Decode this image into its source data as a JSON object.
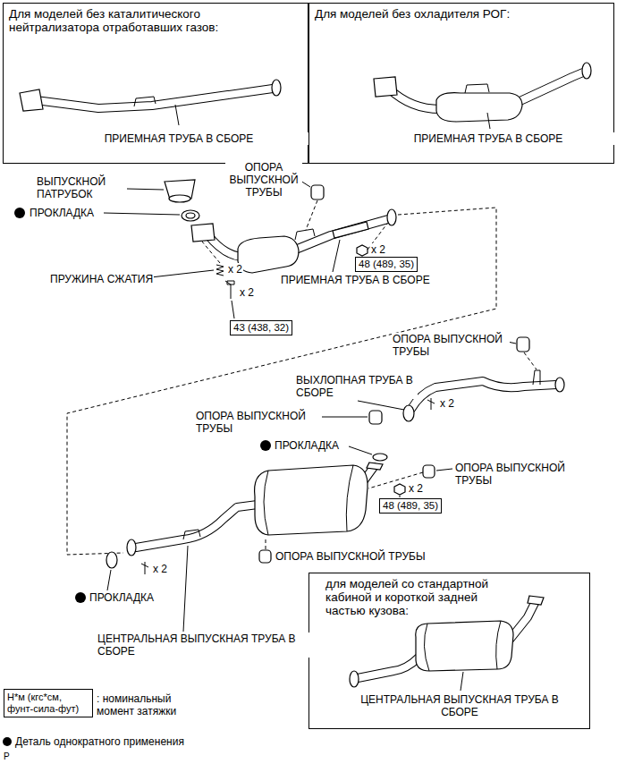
{
  "diagram": {
    "nodes": [
      {
        "text": [
          "Для моделей без каталитического нейтрализатора отработавших газов:",
          "ПРИЕМНАЯ ТРУБА В СБОРЕ"
        ]
      },
      {
        "text": [
          "Для моделей без охладителя РОГ:",
          "ПРИЕМНАЯ ТРУБА В СБОРЕ"
        ]
      },
      {
        "text": [
          "48 (489, 35)"
        ]
      },
      {
        "text": [
          "43 (438, 32)"
        ]
      },
      {
        "text": [
          "48 (489, 35)"
        ]
      },
      {
        "text": [
          "для моделей со стандартной кабиной и короткой задней частью кузова:",
          "ЦЕНТРАЛЬНАЯ ВЫПУСКНАЯ ТРУБА В СБОРЕ"
        ]
      },
      {
        "text": [
          "Н*м (кгс*см, фунт-сила-фут)"
        ]
      }
    ],
    "labels": [
      "ВЫПУСКНОЙ ПАТРУБОК",
      "ПРОКЛАДКА",
      "ОПОРА ВЫПУСКНОЙ ТРУБЫ",
      "x 2",
      "ПРУЖИНА СЖАТИЯ",
      "x 2",
      "x 2",
      "ПРИЕМНАЯ ТРУБА В СБОРЕ",
      "ОПОРА ВЫПУСКНОЙ ТРУБЫ",
      "ВЫХЛОПНАЯ ТРУБА В СБОРЕ",
      "x 2",
      "ОПОРА ВЫПУСКНОЙ ТРУБЫ",
      "ПРОКЛАДКА",
      "ОПОРА ВЫПУСКНОЙ ТРУБЫ",
      "x 2",
      "ОПОРА ВЫПУСКНОЙ ТРУБЫ",
      "ПРОКЛАДКА",
      "x 2",
      "ЦЕНТРАЛЬНАЯ ВЫПУСКНАЯ ТРУБА В СБОРЕ",
      "P"
    ],
    "legend": [
      {
        "text": ": номинальный момент затяжки"
      },
      {
        "text": "Деталь однократного применения"
      }
    ]
  }
}
